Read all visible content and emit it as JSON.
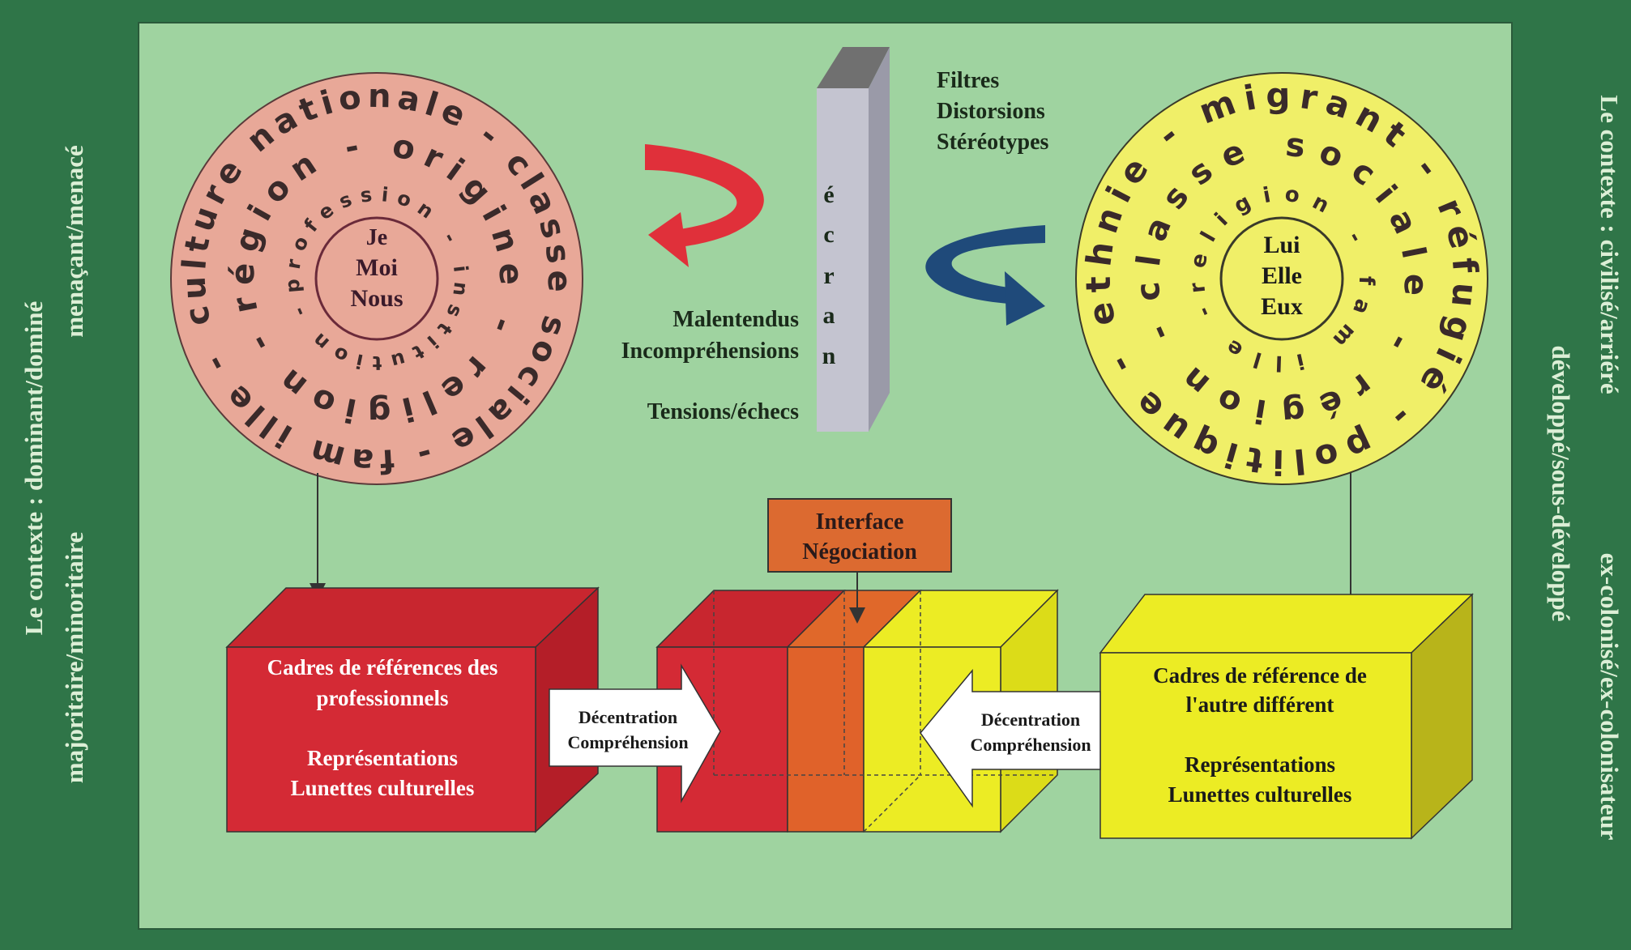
{
  "side_labels": {
    "left": {
      "context": "Le contexte : dominant/dominé",
      "pair1": "majoritaire/minoritaire",
      "pair2": "menaçant/menacé"
    },
    "right": {
      "context": "Le contexte : civilisé/arriéré",
      "pair1": "ex-colonisé/ex-colonisateur",
      "pair2": "développé/sous-développé"
    }
  },
  "self_circle": {
    "outer_ring": "culture nationale - classe sociale - fam ille -",
    "middle_ring": "région - origine - religion -",
    "inner_ring": "profession - institution -",
    "center": [
      "Je",
      "Moi",
      "Nous"
    ]
  },
  "other_circle": {
    "outer_ring": "ethnie - migrant - réfugié - politique -",
    "middle_ring": "classe sociale - région -",
    "inner_ring": "religion - fam ille -",
    "center": [
      "Lui",
      "Elle",
      "Eux"
    ]
  },
  "screen": {
    "letters": [
      "é",
      "c",
      "r",
      "a",
      "n"
    ],
    "effects": [
      "Filtres",
      "Distorsions",
      "Stéréotypes"
    ],
    "outcomes": [
      "Malentendus",
      "Incompréhensions",
      "Tensions/échecs"
    ]
  },
  "interface_box": [
    "Interface",
    "Négociation"
  ],
  "left_box": {
    "title": [
      "Cadres de références des",
      "professionnels"
    ],
    "items": [
      "Représentations",
      "Lunettes culturelles"
    ]
  },
  "right_box": {
    "title": [
      "Cadres de référence de",
      "l'autre différent"
    ],
    "items": [
      "Représentations",
      "Lunettes culturelles"
    ]
  },
  "arrow_left": [
    "Décentration",
    "Compréhension"
  ],
  "arrow_right": [
    "Décentration",
    "Compréhension"
  ],
  "colors": {
    "frame": "#2f7548",
    "panel": "#9fd3a0",
    "self": "#e8a898",
    "other": "#f0ef68",
    "red": "#d42a35",
    "orange": "#e06428",
    "yellow": "#ecec24"
  }
}
